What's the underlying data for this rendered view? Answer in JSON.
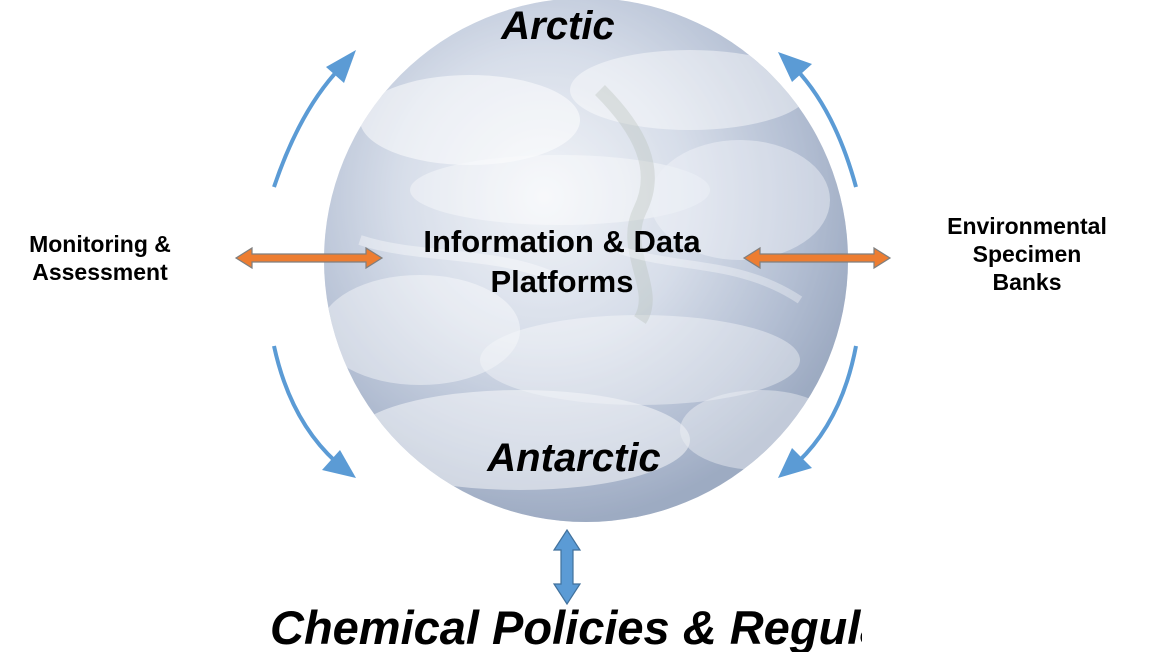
{
  "diagram": {
    "top_label": "Arctic",
    "bottom_label": "Antarctic",
    "center_label_line1": "Information & Data",
    "center_label_line2": "Platforms",
    "left_label_line1": "Monitoring &",
    "left_label_line2": "Assessment",
    "right_label_line1": "Environmental",
    "right_label_line2": "Specimen",
    "right_label_line3": "Banks",
    "bottom_banner": "Chemical Policies & Regulatic"
  },
  "colors": {
    "curved_arrow": "#5b9bd5",
    "horizontal_arrow_fill": "#ed7d31",
    "horizontal_arrow_stroke": "#7f7f7f",
    "vertical_arrow_fill": "#5b9bd5",
    "globe_ocean": "#7b8fb2",
    "globe_cloud": "#f2f4f8"
  }
}
